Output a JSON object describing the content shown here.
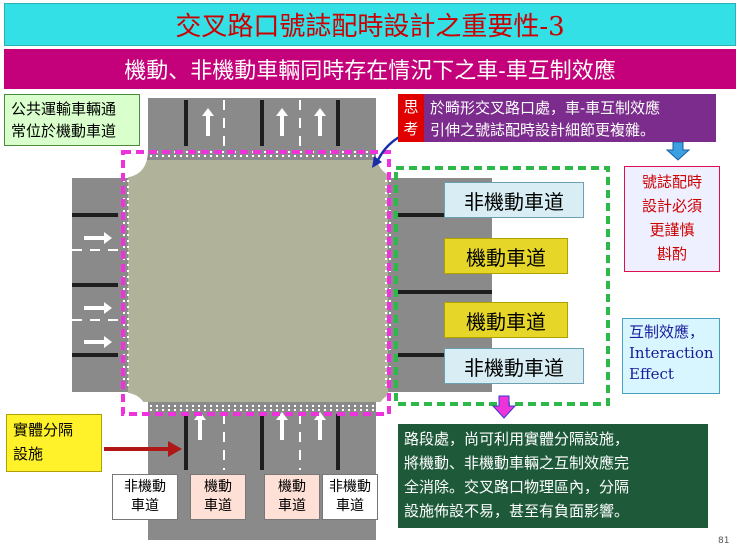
{
  "title": "交叉路口號誌配時設計之重要性-3",
  "subtitle": "機動、非機動車輛同時存在情況下之車-車互制效應",
  "bus_note": [
    "公共運輸車輛通",
    "常位於機動車道"
  ],
  "think_tag": [
    "思",
    "考"
  ],
  "think_note": [
    "於畸形交叉路口處，車-車互制效應",
    "引伸之號誌配時設計細節更複雜。"
  ],
  "signal_note": [
    "號誌配時",
    "設計必須",
    "更謹慎",
    "斟酌"
  ],
  "lanes_right": [
    "非機動車道",
    "機動車道",
    "機動車道",
    "非機動車道"
  ],
  "interaction_note": [
    "互制效應，",
    "Interaction",
    "Effect"
  ],
  "divider_note": [
    "實體分隔",
    "設施"
  ],
  "bottom_lanes": [
    {
      "l1": "非機動",
      "l2": "車道"
    },
    {
      "l1": "機動",
      "l2": "車道"
    },
    {
      "l1": "機動",
      "l2": "車道"
    },
    {
      "l1": "非機動",
      "l2": "車道"
    }
  ],
  "segment_note": [
    "路段處，尚可利用實體分隔設施，",
    "將機動、非機動車輛之互制效應完",
    "全消除。交叉路口物理區內，分隔",
    "設施佈設不易，甚至有負面影響。"
  ],
  "page_number": "81",
  "colors": {
    "cyan": "#33e0e6",
    "magenta": "#c4007a",
    "green_dash": "#2db84a",
    "pink_dash": "#ee33dd"
  }
}
